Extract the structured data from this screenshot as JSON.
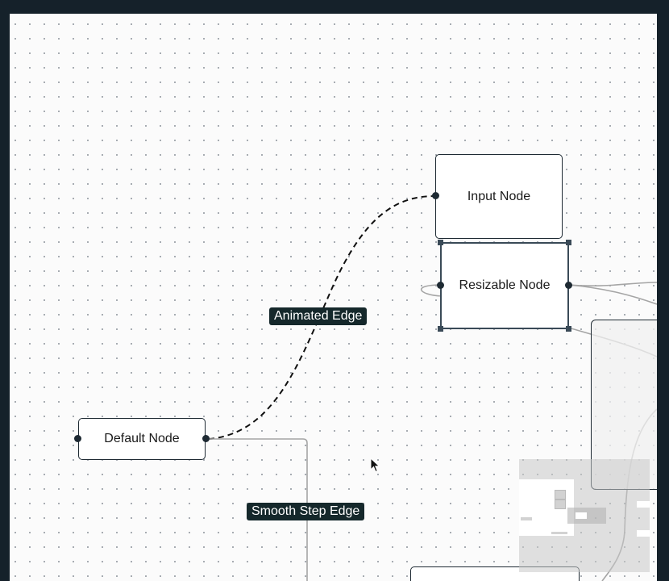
{
  "nodes": {
    "input": {
      "label": "Input Node"
    },
    "resizable": {
      "label": "Resizable Node"
    },
    "default": {
      "label": "Default Node"
    }
  },
  "edges": {
    "animated": {
      "label": "Animated Edge"
    },
    "smoothstep": {
      "label": "Smooth Step Edge"
    }
  },
  "colors": {
    "frame": "#15212a",
    "canvas": "#fbfbfb",
    "node_border": "#1e2a33",
    "edge_label_bg": "#15282b"
  }
}
